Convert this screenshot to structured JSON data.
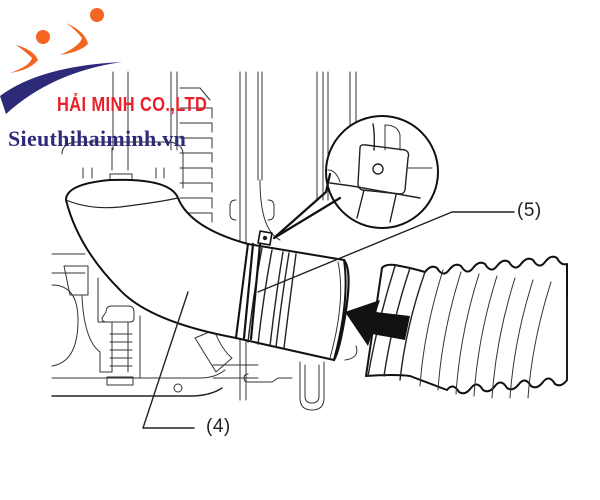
{
  "diagram": {
    "subject": "Hose connection to pump inlet elbow with hose clamp",
    "callouts": [
      {
        "id": "4",
        "label": "(4)",
        "target": "elbow-inlet-pipe"
      },
      {
        "id": "5",
        "label": "(5)",
        "target": "hose-clamp"
      }
    ],
    "detail_inset": {
      "shape": "circle",
      "shows": "clamp bolt tab"
    },
    "arrow": {
      "direction": "left",
      "meaning": "insert hose"
    }
  },
  "watermark": {
    "company": "HẢI MINH CO.,LTD",
    "website": "Sieuthihaiminh.vn",
    "colors": {
      "orange": "#f26522",
      "navy": "#2e2a7a",
      "red": "#e8202a"
    }
  },
  "colors": {
    "line": "#222222",
    "background": "#ffffff"
  }
}
